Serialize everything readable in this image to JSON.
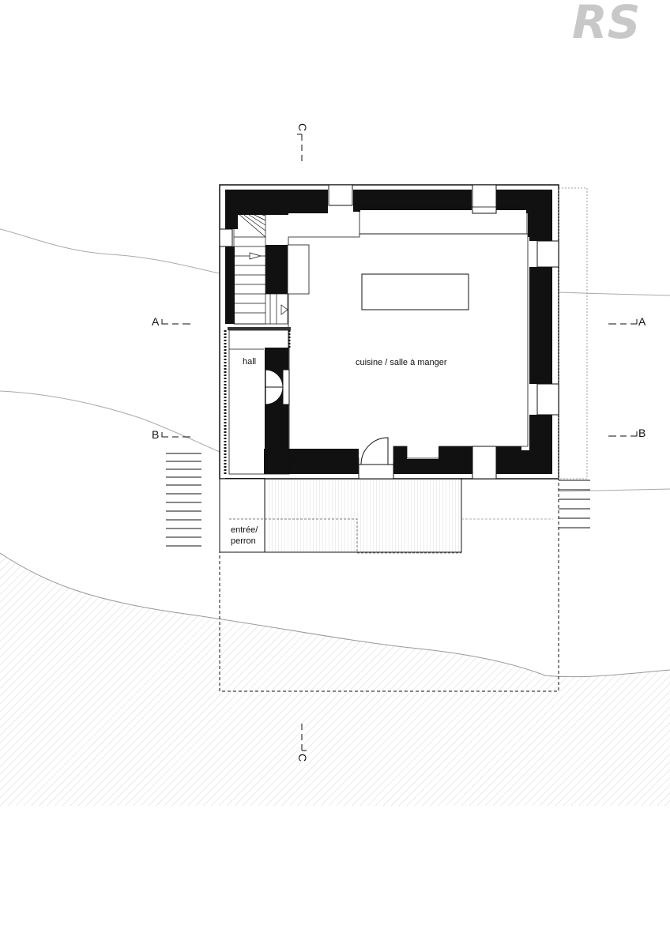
{
  "logo": {
    "text": "RS",
    "color": "#c8c8c8"
  },
  "colors": {
    "wall": "#111111",
    "line": "#111111",
    "terrain": "#999999",
    "hatch": "#d6d6d6"
  },
  "rooms": {
    "kitchen": "cuisine / salle à manger",
    "hall": "hall",
    "entrance_line1": "entrée/",
    "entrance_line2": "perron"
  },
  "section_marks": {
    "a": "A",
    "b": "B",
    "c": "C"
  }
}
